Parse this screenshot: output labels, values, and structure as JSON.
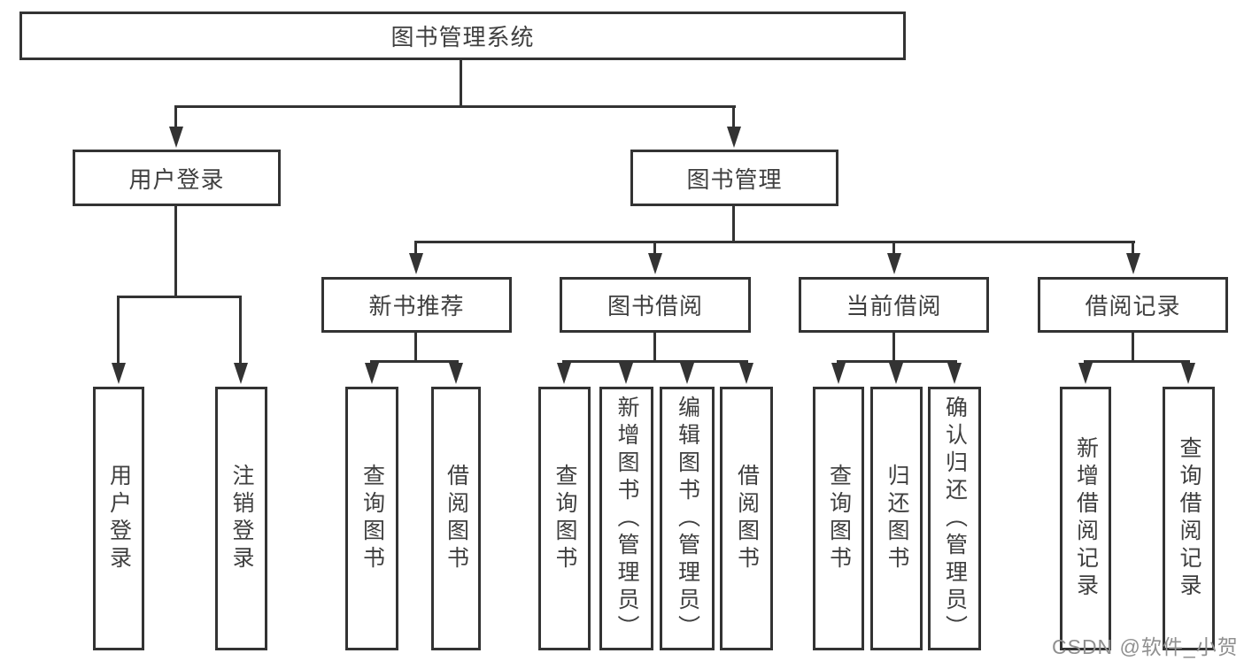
{
  "nodes": {
    "root": "图书管理系统",
    "user_login": "用户登录",
    "book_mgmt": "图书管理",
    "new_book": "新书推荐",
    "book_borrow": "图书借阅",
    "current_borrow": "当前借阅",
    "borrow_record": "借阅记录",
    "user_leaves": [
      "用户登录",
      "注销登录"
    ],
    "new_book_leaves": [
      "查询图书",
      "借阅图书"
    ],
    "book_borrow_leaves": [
      "查询图书",
      "新增图书（管理员）",
      "编辑图书（管理员）",
      "借阅图书"
    ],
    "current_borrow_leaves": [
      "查询图书",
      "归还图书",
      "确认归还（管理员）"
    ],
    "borrow_record_leaves": [
      "新增借阅记录",
      "查询借阅记录"
    ]
  },
  "watermark": "CSDN @软件_小贺同学",
  "colors": {
    "line": "#333333",
    "text": "#3f3f3f",
    "watermark": "#909090",
    "background": "#ffffff"
  }
}
